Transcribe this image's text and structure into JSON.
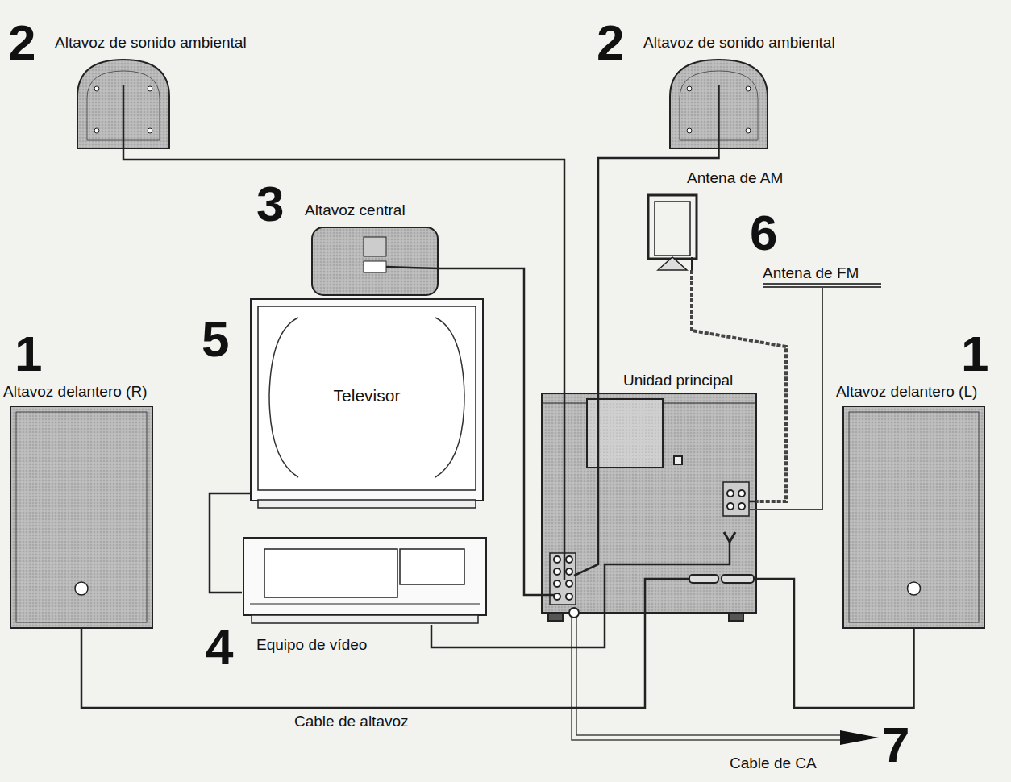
{
  "diagram": {
    "nodes": [
      {
        "text": [
          "Altavoz de sonido ambiental"
        ]
      },
      {
        "text": [
          "Altavoz de sonido ambiental"
        ]
      },
      {
        "text": [
          "Altavoz central"
        ]
      },
      {
        "text": [
          "Televisor"
        ]
      },
      {
        "text": [
          "Equipo de vídeo"
        ]
      },
      {
        "text": [
          "Altavoz delantero (R)"
        ]
      },
      {
        "text": [
          "Unidad principal"
        ]
      },
      {
        "text": [
          "Altavoz delantero (L)"
        ]
      },
      {
        "text": [
          "Antena de AM"
        ]
      }
    ],
    "edges": [
      {
        "from": 0,
        "to": 6,
        "arrow": "none"
      },
      {
        "from": 1,
        "to": 6,
        "arrow": "none"
      },
      {
        "from": 2,
        "to": 6,
        "arrow": "none"
      },
      {
        "from": 3,
        "to": 4,
        "arrow": "none"
      },
      {
        "from": 4,
        "to": 6,
        "arrow": "none"
      },
      {
        "from": 5,
        "to": 6,
        "label": "Cable de altavoz",
        "arrow": "none"
      },
      {
        "from": 7,
        "to": 6,
        "arrow": "none"
      },
      {
        "from": 8,
        "to": 6,
        "arrow": "none"
      }
    ],
    "labels": [
      "2",
      "2",
      "3",
      "6",
      "Antena de FM",
      "5",
      "1",
      "1",
      "4",
      "Cable de CA",
      "7"
    ]
  }
}
